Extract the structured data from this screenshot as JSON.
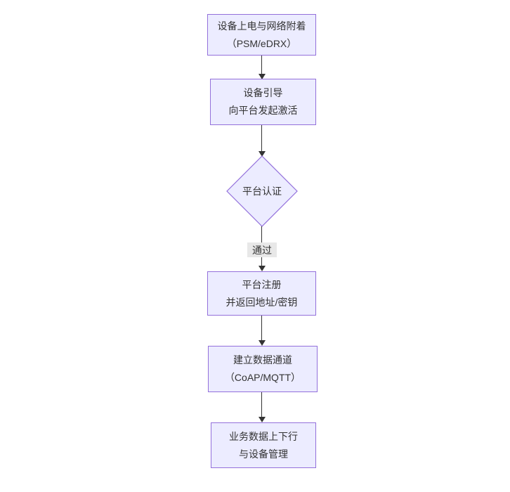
{
  "diagram": {
    "type": "flowchart-vertical",
    "colors": {
      "node_fill": "#ECECFF",
      "node_border": "#9370DB",
      "text": "#333333",
      "edge_line": "#333333",
      "edge_label_bg": "#e8e8e8",
      "background": "#ffffff"
    },
    "nodes": [
      {
        "id": "power-attach",
        "shape": "rect",
        "lines": [
          "设备上电与网络附着",
          "（PSM/eDRX）"
        ]
      },
      {
        "id": "bootstrap",
        "shape": "rect",
        "lines": [
          "设备引导",
          "向平台发起激活"
        ]
      },
      {
        "id": "platform-auth",
        "shape": "diamond",
        "lines": [
          "平台认证"
        ]
      },
      {
        "id": "platform-register",
        "shape": "rect",
        "lines": [
          "平台注册",
          "并返回地址/密钥"
        ]
      },
      {
        "id": "data-channel",
        "shape": "rect",
        "lines": [
          "建立数据通道",
          "（CoAP/MQTT）"
        ]
      },
      {
        "id": "business-data",
        "shape": "rect",
        "lines": [
          "业务数据上下行",
          "与设备管理"
        ]
      }
    ],
    "edges": [
      {
        "from": "power-attach",
        "to": "bootstrap",
        "label": ""
      },
      {
        "from": "bootstrap",
        "to": "platform-auth",
        "label": ""
      },
      {
        "from": "platform-auth",
        "to": "platform-register",
        "label": "通过"
      },
      {
        "from": "platform-register",
        "to": "data-channel",
        "label": ""
      },
      {
        "from": "data-channel",
        "to": "business-data",
        "label": ""
      }
    ]
  }
}
